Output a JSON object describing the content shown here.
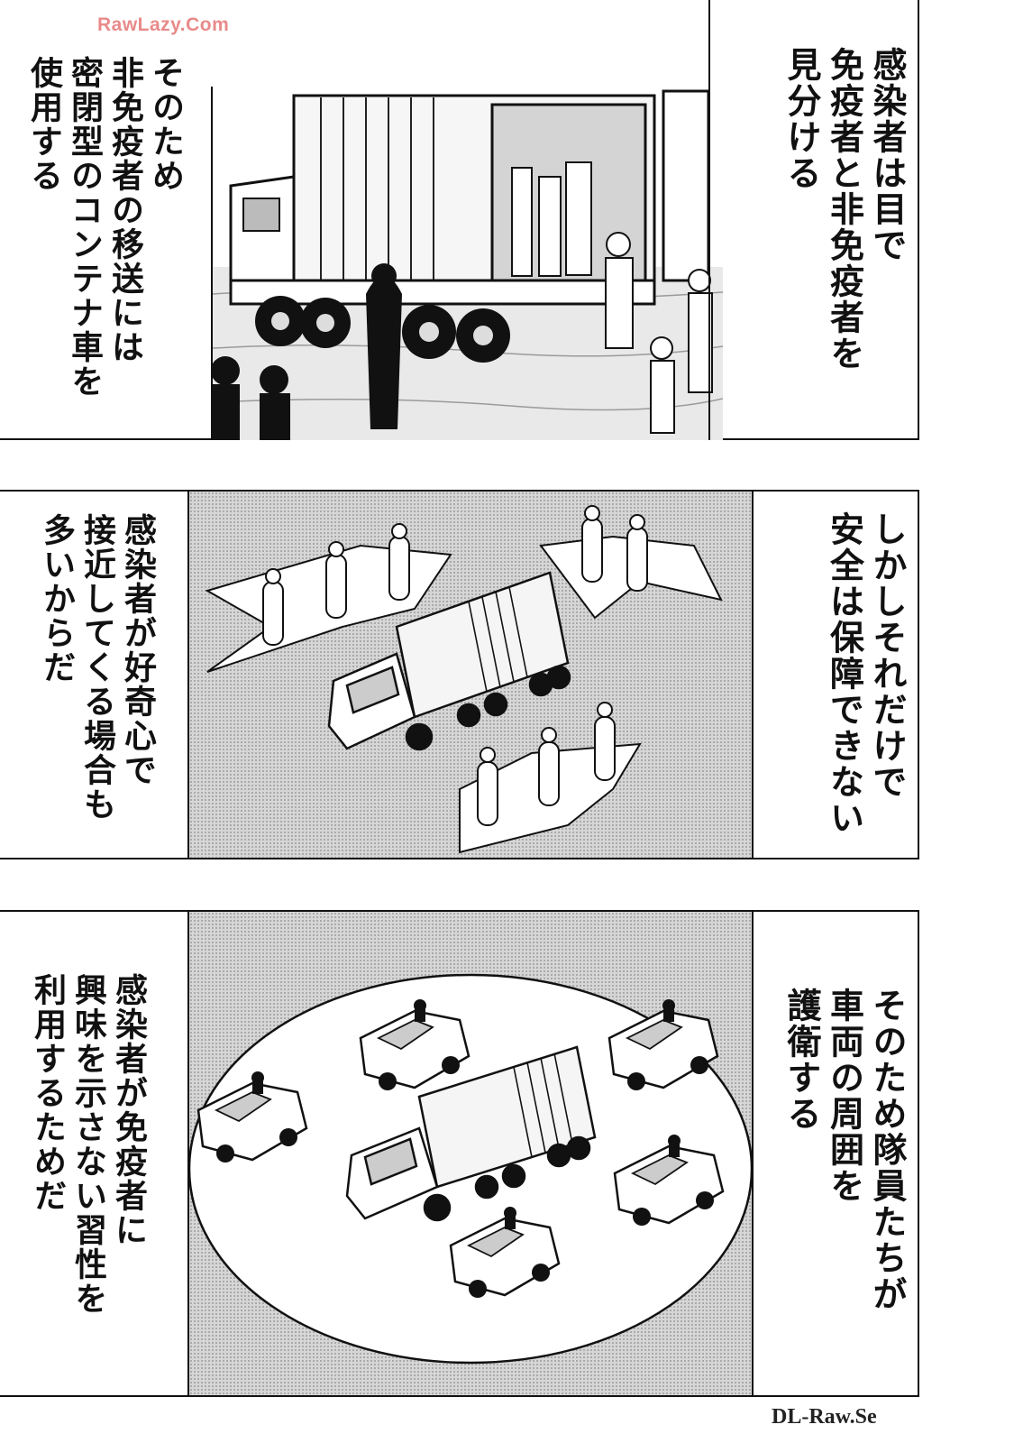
{
  "watermarks": {
    "top": "RawLazy.Com",
    "bottom": "DL-Raw.Se"
  },
  "panel1": {
    "right_caption": [
      "感染者は目で",
      "免疫者と非免疫者を",
      "見分ける"
    ],
    "left_caption": [
      "そのため",
      "非免疫者の移送には",
      "密閉型のコンテナ車を",
      "使用する"
    ]
  },
  "panel2": {
    "right_caption": [
      "しかしそれだけで",
      "安全は保障できない"
    ],
    "left_caption": [
      "感染者が好奇心で",
      "接近してくる場合も",
      "多いからだ"
    ]
  },
  "panel3": {
    "right_caption": [
      "そのため隊員たちが",
      "車両の周囲を",
      "護衛する"
    ],
    "left_caption": [
      "感染者が免疫者に",
      "興味を示さない習性を",
      "利用するためだ"
    ]
  },
  "colors": {
    "ink": "#111111",
    "screentone": "#c8c8c8",
    "watermark_top": "#e98a8a"
  }
}
